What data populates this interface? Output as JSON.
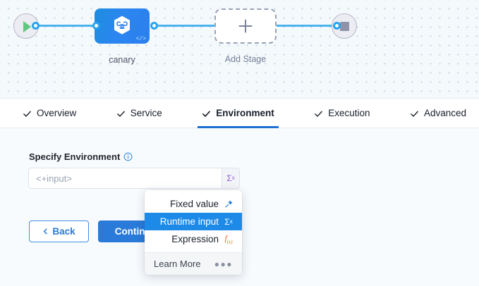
{
  "canvas": {
    "start_node": {
      "icon": "play-icon",
      "name": "pipeline-start"
    },
    "end_node": {
      "icon": "stop-icon",
      "name": "pipeline-end"
    },
    "stages": [
      {
        "label": "canary",
        "icon": "harness-hexagon-icon",
        "badge_icon": "code-icon"
      },
      {
        "label": "Add Stage",
        "icon": "plus-icon"
      }
    ]
  },
  "tabs": [
    {
      "label": "Overview",
      "icon": "check-icon",
      "active": false
    },
    {
      "label": "Service",
      "icon": "check-icon",
      "active": false
    },
    {
      "label": "Environment",
      "icon": "check-icon",
      "active": true
    },
    {
      "label": "Execution",
      "icon": "check-icon",
      "active": false
    },
    {
      "label": "Advanced",
      "icon": "check-icon",
      "active": false
    }
  ],
  "form": {
    "field_label": "Specify Environment",
    "info_icon": "info-icon",
    "input_value": "",
    "input_placeholder": "<+input>",
    "sigma_symbol": "Σ",
    "sigma_superscript": "x",
    "back_label": "Back",
    "continue_label": "Continue",
    "back_icon": "chevron-left-icon"
  },
  "dropdown": {
    "items": [
      {
        "label": "Fixed value",
        "icon": "pin-icon",
        "selected": false
      },
      {
        "label": "Runtime input",
        "icon": "sigma-x-icon",
        "selected": true
      },
      {
        "label": "Expression",
        "icon": "fx-icon",
        "selected": false
      }
    ],
    "footer": {
      "label": "Learn More",
      "icon": "ellipsis-icon"
    }
  },
  "colors": {
    "accent_blue": "#2a7ada",
    "edge_blue": "#4ab4f0",
    "selected_blue": "#1e8ae8",
    "sigma_purple": "#8b5fd0",
    "fx_orange": "#f26722",
    "play_green": "#5fc97f"
  }
}
